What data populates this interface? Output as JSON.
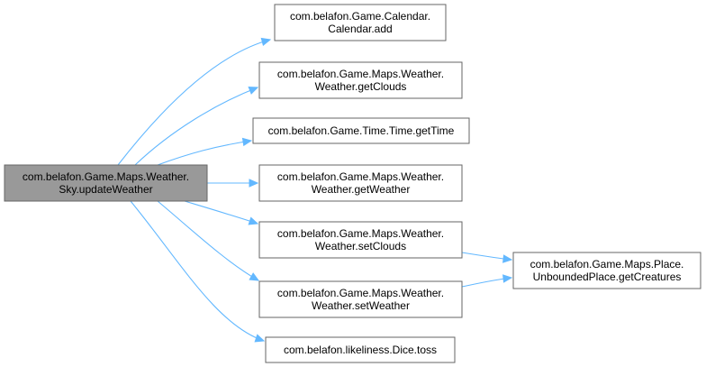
{
  "diagram": {
    "type": "call-graph",
    "edge_color": "#63b8ff",
    "nodes": [
      {
        "id": "root",
        "lines": [
          "com.belafon.Game.Maps.Weather.",
          "Sky.updateWeather"
        ],
        "fill": "#999999",
        "highlighted": true
      },
      {
        "id": "calendar_add",
        "lines": [
          "com.belafon.Game.Calendar.",
          "Calendar.add"
        ],
        "fill": "#ffffff"
      },
      {
        "id": "get_clouds",
        "lines": [
          "com.belafon.Game.Maps.Weather.",
          "Weather.getClouds"
        ],
        "fill": "#ffffff"
      },
      {
        "id": "get_time",
        "lines": [
          "com.belafon.Game.Time.Time.getTime"
        ],
        "fill": "#ffffff"
      },
      {
        "id": "get_weather",
        "lines": [
          "com.belafon.Game.Maps.Weather.",
          "Weather.getWeather"
        ],
        "fill": "#ffffff"
      },
      {
        "id": "set_clouds",
        "lines": [
          "com.belafon.Game.Maps.Weather.",
          "Weather.setClouds"
        ],
        "fill": "#ffffff"
      },
      {
        "id": "set_weather",
        "lines": [
          "com.belafon.Game.Maps.Weather.",
          "Weather.setWeather"
        ],
        "fill": "#ffffff"
      },
      {
        "id": "dice_toss",
        "lines": [
          "com.belafon.likeliness.Dice.toss"
        ],
        "fill": "#ffffff"
      },
      {
        "id": "get_creatures",
        "lines": [
          "com.belafon.Game.Maps.Place.",
          "UnboundedPlace.getCreatures"
        ],
        "fill": "#ffffff"
      }
    ],
    "edges": [
      {
        "from": "root",
        "to": "calendar_add"
      },
      {
        "from": "root",
        "to": "get_clouds"
      },
      {
        "from": "root",
        "to": "get_time"
      },
      {
        "from": "root",
        "to": "get_weather"
      },
      {
        "from": "root",
        "to": "set_clouds"
      },
      {
        "from": "root",
        "to": "set_weather"
      },
      {
        "from": "root",
        "to": "dice_toss"
      },
      {
        "from": "set_clouds",
        "to": "get_creatures"
      },
      {
        "from": "set_weather",
        "to": "get_creatures"
      }
    ]
  }
}
